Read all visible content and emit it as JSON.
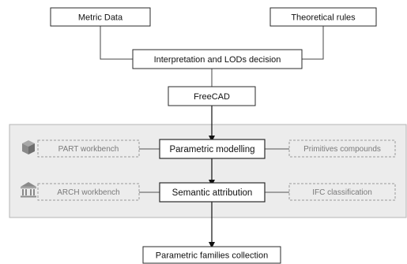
{
  "nodes": {
    "metric_data": "Metric Data",
    "theoretical_rules": "Theoretical rules",
    "interpretation": "Interpretation and LODs decision",
    "freecad": "FreeCAD",
    "parametric_modelling": "Parametric modelling",
    "semantic_attribution": "Semantic attribution",
    "parametric_families": "Parametric families collection"
  },
  "side_labels": {
    "part_workbench": "PART workbench",
    "primitives_compounds": "Primitives compounds",
    "arch_workbench": "ARCH workbench",
    "ifc_classification": "IFC classification"
  },
  "icons": {
    "part": "cube-icon",
    "arch": "classical-building-icon"
  },
  "colors": {
    "panel_fill": "#ececec",
    "panel_border": "#b5b5b5",
    "box_border": "#2a2a2a",
    "dashed_border": "#9a9a9a",
    "icon_gray": "#8a8a8a",
    "side_text": "#7a7a7a"
  }
}
